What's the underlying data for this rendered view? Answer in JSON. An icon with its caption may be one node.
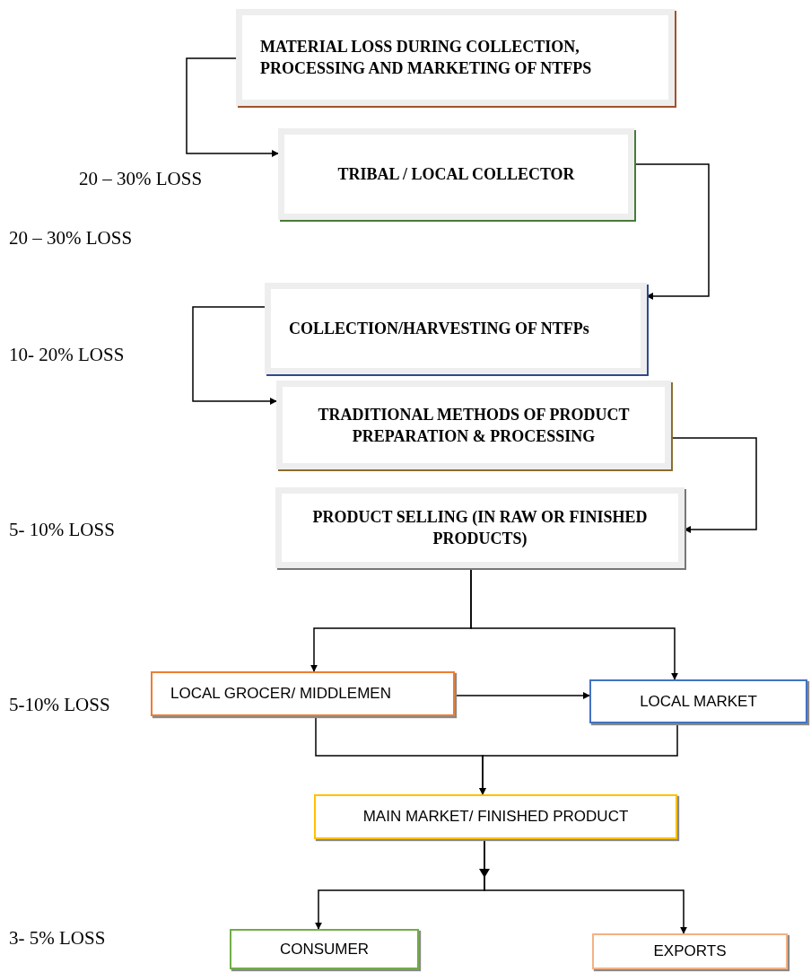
{
  "diagram": {
    "nodes": [
      {
        "text": [
          "MATERIAL LOSS DURING COLLECTION, PROCESSING AND MARKETING OF NTFPS"
        ]
      },
      {
        "text": [
          "TRIBAL / LOCAL COLLECTOR"
        ]
      },
      {
        "text": [
          "COLLECTION/HARVESTING OF NTFPs"
        ]
      },
      {
        "text": [
          "TRADITIONAL METHODS OF PRODUCT PREPARATION & PROCESSING"
        ]
      },
      {
        "text": [
          "PRODUCT SELLING (IN RAW OR FINISHED PRODUCTS)"
        ]
      },
      {
        "text": [
          "LOCAL GROCER/ MIDDLEMEN"
        ]
      },
      {
        "text": [
          "LOCAL MARKET"
        ]
      },
      {
        "text": [
          "MAIN MARKET/ FINISHED PRODUCT"
        ]
      },
      {
        "text": [
          "CONSUMER"
        ]
      },
      {
        "text": [
          "EXPORTS"
        ]
      }
    ],
    "edges": [
      {
        "from": 0,
        "to": 1,
        "arrow": "to"
      },
      {
        "from": 1,
        "to": 2,
        "arrow": "to"
      },
      {
        "from": 2,
        "to": 3,
        "arrow": "to"
      },
      {
        "from": 3,
        "to": 4,
        "arrow": "to"
      },
      {
        "from": 4,
        "to": 5,
        "arrow": "to"
      },
      {
        "from": 4,
        "to": 6,
        "arrow": "to"
      },
      {
        "from": 5,
        "to": 6,
        "arrow": "to"
      },
      {
        "from": 5,
        "to": 7,
        "arrow": "to"
      },
      {
        "from": 6,
        "to": 7,
        "arrow": "to"
      },
      {
        "from": 7,
        "to": 8,
        "arrow": "to"
      },
      {
        "from": 7,
        "to": 9,
        "arrow": "to"
      }
    ],
    "labels": [
      "20 – 30% LOSS",
      "20 – 30% LOSS",
      "10- 20% LOSS",
      "5- 10% LOSS",
      "5-10% LOSS",
      "3- 5% LOSS"
    ]
  }
}
